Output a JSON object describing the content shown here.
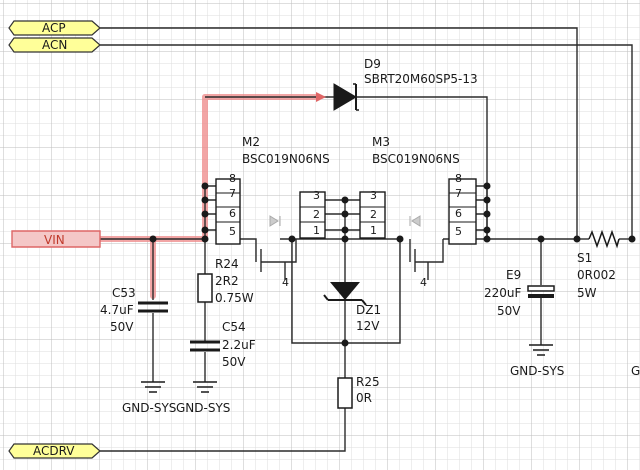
{
  "ports": {
    "acp": "ACP",
    "acn": "ACN",
    "vin": "VIN",
    "acdrv": "ACDRV"
  },
  "components": {
    "d9": {
      "ref": "D9",
      "part": "SBRT20M60SP5-13"
    },
    "m2": {
      "ref": "M2",
      "part": "BSC019N06NS"
    },
    "m3": {
      "ref": "M3",
      "part": "BSC019N06NS"
    },
    "r24": {
      "ref": "R24",
      "value": "2R2",
      "power": "0.75W"
    },
    "c53": {
      "ref": "C53",
      "value": "4.7uF",
      "voltage": "50V"
    },
    "c54": {
      "ref": "C54",
      "value": "2.2uF",
      "voltage": "50V"
    },
    "dz1": {
      "ref": "DZ1",
      "value": "12V"
    },
    "r25": {
      "ref": "R25",
      "value": "0R"
    },
    "e9": {
      "ref": "E9",
      "value": "220uF",
      "voltage": "50V"
    },
    "s1": {
      "ref": "S1",
      "value": "0R002",
      "power": "5W"
    }
  },
  "pins": {
    "m2": [
      "8",
      "7",
      "6",
      "5"
    ],
    "m3": [
      "8",
      "7",
      "6",
      "5"
    ],
    "m2_src": [
      "3",
      "2",
      "1"
    ],
    "m3_src": [
      "3",
      "2",
      "1"
    ],
    "gate": "4"
  },
  "grounds": {
    "g1": "GND-SYS",
    "g2": "GND-SYS",
    "g3": "GND-SYS",
    "g4": "G"
  },
  "colors": {
    "wire": "#2b2b2b",
    "highlight": "#e06666",
    "grid_minor": "#d9d9d9",
    "grid_major": "#b3b3b3",
    "port_fill": "#ffff99",
    "vin_fill": "#f4c7c7"
  }
}
